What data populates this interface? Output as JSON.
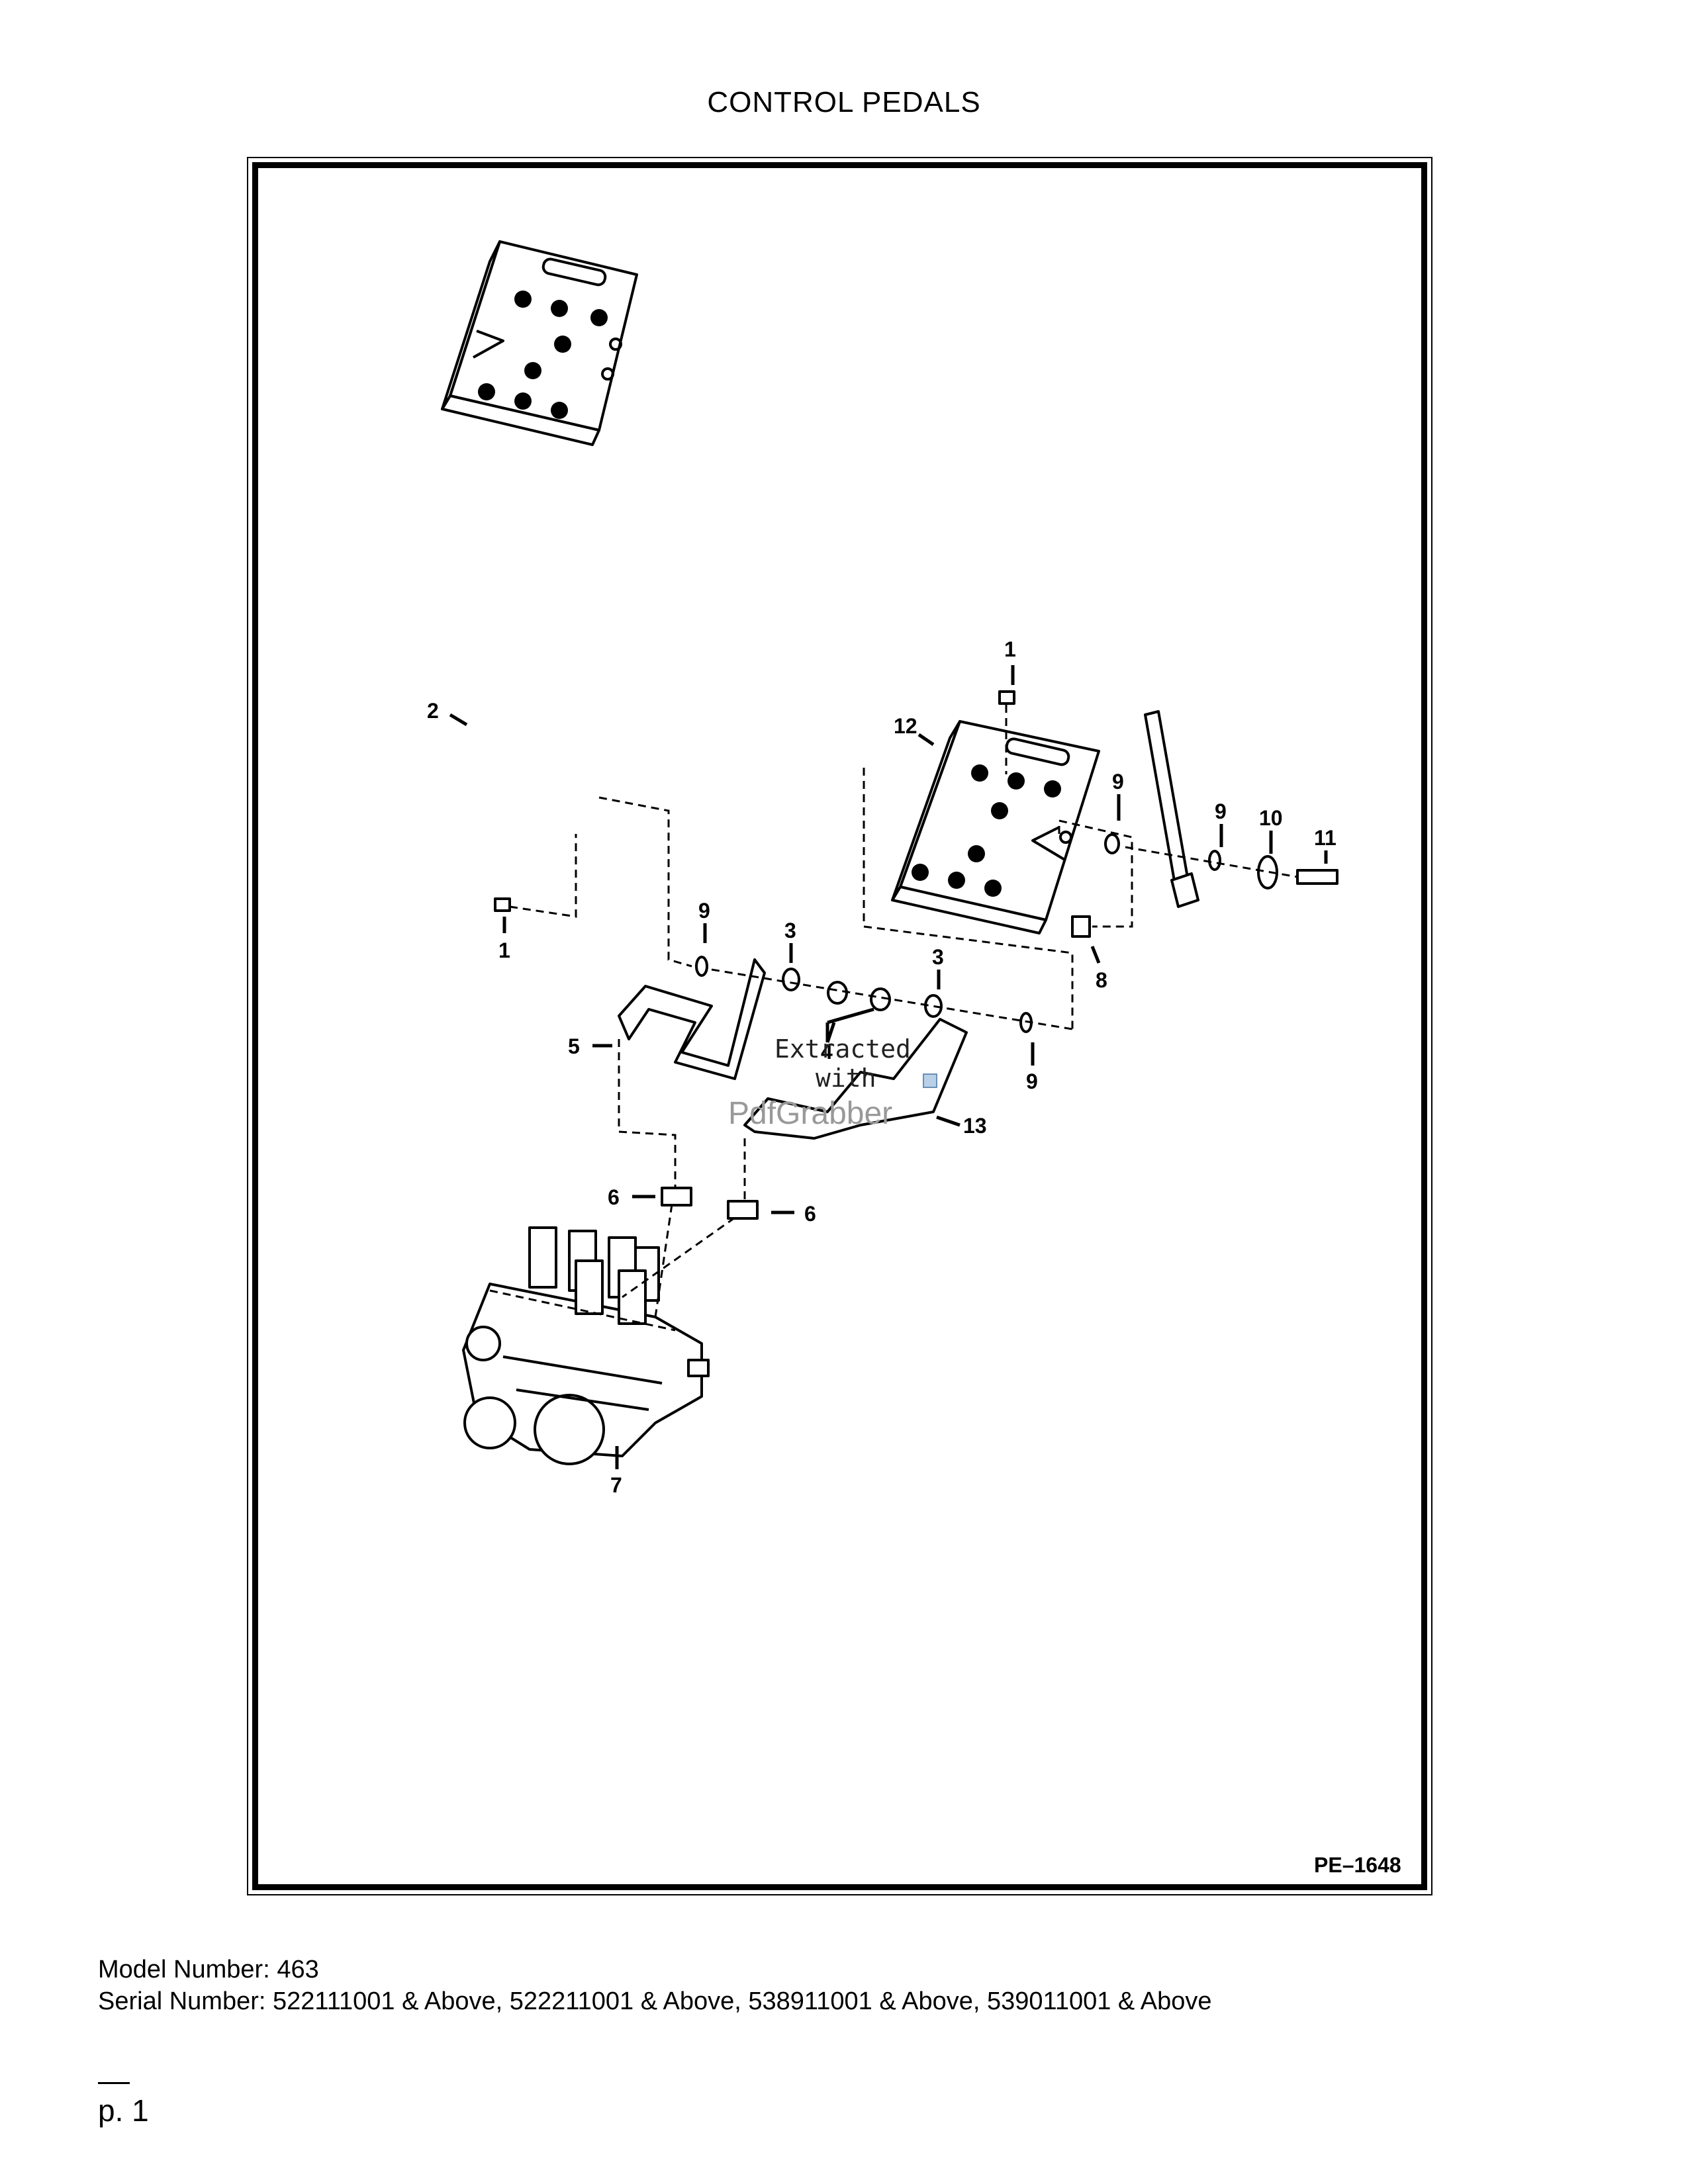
{
  "page": {
    "title": "CONTROL PEDALS",
    "figure_ref": "PE–1648",
    "model_line": "Model Number: 463",
    "serial_line": "Serial Number: 522111001 & Above, 522211001 & Above, 538911001 & Above, 539011001 & Above",
    "page_number": "p. 1"
  },
  "watermark": {
    "line1": "Extracted",
    "line2": "with",
    "line3": "PdfGrabber"
  },
  "callouts": {
    "c1a": "1",
    "c1b": "1",
    "c2": "2",
    "c3a": "3",
    "c3b": "3",
    "c4": "4",
    "c5": "5",
    "c6a": "6",
    "c6b": "6",
    "c7": "7",
    "c8": "8",
    "c9a": "9",
    "c9b": "9",
    "c9c": "9",
    "c9d": "9",
    "c10": "10",
    "c11": "11",
    "c12": "12",
    "c13": "13"
  }
}
